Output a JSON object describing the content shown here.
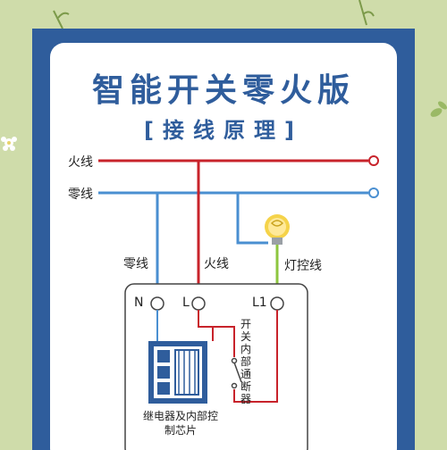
{
  "title": "智能开关零火版",
  "subtitle": "[接线原理]",
  "lines": {
    "live_label": "火线",
    "neutral_label": "零线",
    "live_color": "#c8232b",
    "neutral_color": "#4a8fd1",
    "lamp_color": "#8dc63f"
  },
  "wires": {
    "neutral_label": "零线",
    "live_label": "火线",
    "lamp_label": "灯控线"
  },
  "terminals": [
    "N",
    "L",
    "L1"
  ],
  "breaker_label": "开关内部通断器",
  "chip_label": "继电器及内部控制芯片",
  "colors": {
    "frame": "#2f5d9c",
    "background": "#cfdcaa",
    "panel": "#ffffff"
  },
  "icons": {
    "bulb": "bulb-icon",
    "plant": "plant-icon",
    "flower": "flower-icon"
  }
}
